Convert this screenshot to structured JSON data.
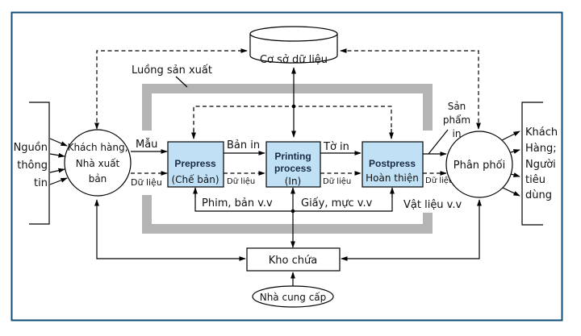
{
  "diagram": {
    "title": "Luồng sản xuất",
    "colors": {
      "frame": "#0f4c75",
      "process_fill": "#bfe0f5",
      "flow_channel": "#b4b4b4"
    },
    "nodes": {
      "source": {
        "lines": [
          "Nguồn",
          "thông",
          "tin"
        ]
      },
      "customer_publisher": {
        "lines": [
          "Khách hàng,",
          "Nhà xuất",
          "bản"
        ]
      },
      "database": {
        "label": "Cơ sở dữ liệu"
      },
      "prepress": {
        "title": "Prepress",
        "subtitle": "(Chế bản)"
      },
      "printing": {
        "title_line1": "Printing",
        "title_line2": "process",
        "subtitle": "(In)"
      },
      "postpress": {
        "title": "Postpress",
        "subtitle": "Hoàn thiện"
      },
      "distribution": {
        "label": "Phân phối"
      },
      "consumers": {
        "lines": [
          "Khách",
          "Hàng;",
          "Người",
          "tiêu",
          "dùng"
        ]
      },
      "warehouse": {
        "label": "Kho chứa"
      },
      "supplier": {
        "label": "Nhà cung cấp"
      }
    },
    "edge_labels": {
      "sample": "Mẫu",
      "data_1": "Dữ liệu",
      "plates": "Bản in",
      "data_2": "Dữ liệu",
      "sheets": "Tờ in",
      "data_3": "Dữ liệu",
      "printed_product": [
        "Sản",
        "phẩm",
        "in"
      ],
      "data_4": "Dữ liệu",
      "films": "Phim, bản v.v",
      "paper_ink": "Giấy, mực v.v",
      "materials": "Vật liệu v.v"
    }
  }
}
